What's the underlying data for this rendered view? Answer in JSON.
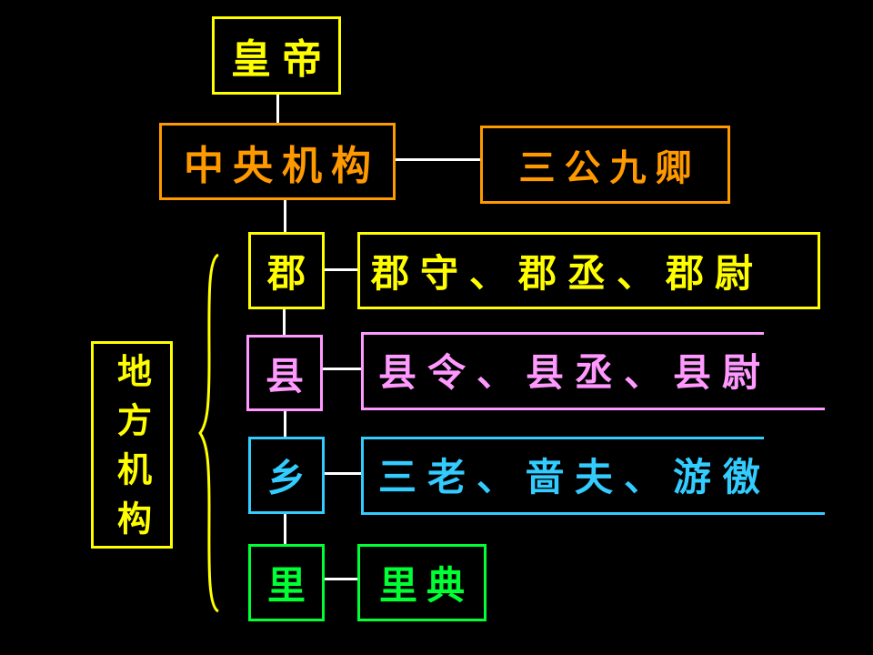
{
  "colors": {
    "yellow": "#ffff00",
    "orange": "#ff9900",
    "pink": "#ff99ff",
    "cyan": "#33ccff",
    "green": "#00ff33",
    "connector": "#ffffff",
    "background": "#000000"
  },
  "nodes": {
    "emperor": "皇帝",
    "central": "中央机构",
    "ministers": "三公九卿",
    "jun": "郡",
    "jun_officials": "郡守、郡丞、郡尉",
    "xian": "县",
    "xian_officials": "县令、县丞、县尉",
    "xiang": "乡",
    "xiang_officials": "三老、啬夫、游徼",
    "li": "里",
    "li_official": "里典",
    "local": "地方机构"
  }
}
